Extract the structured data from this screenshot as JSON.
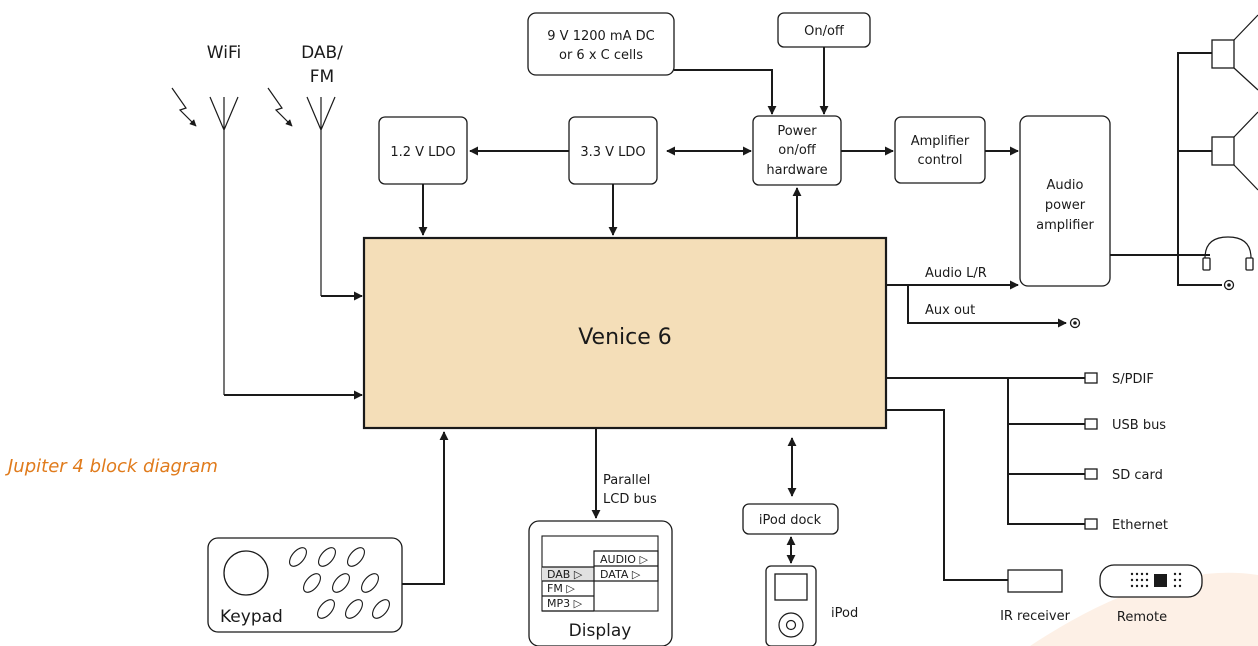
{
  "caption": "Jupiter 4 block diagram",
  "colors": {
    "core_fill": "#f4deb8",
    "caption": "#e07b1c",
    "line": "#1a1a1a"
  },
  "antennas": {
    "wifi": "WiFi",
    "dab_l1": "DAB/",
    "dab_l2": "FM"
  },
  "blocks": {
    "supply_l1": "9 V 1200 mA DC",
    "supply_l2": "or 6 x C cells",
    "onoff": "On/off",
    "power_l1": "Power",
    "power_l2": "on/off",
    "power_l3": "hardware",
    "ldo12": "1.2 V LDO",
    "ldo33": "3.3 V LDO",
    "amp_ctrl_l1": "Amplifier",
    "amp_ctrl_l2": "control",
    "audio_amp_l1": "Audio",
    "audio_amp_l2": "power",
    "audio_amp_l3": "amplifier",
    "core": "Venice 6",
    "ipod_dock": "iPod dock"
  },
  "signals": {
    "audio_lr": "Audio L/R",
    "aux_out": "Aux out",
    "parallel_l1": "Parallel",
    "parallel_l2": "LCD bus"
  },
  "ports": [
    "S/PDIF",
    "USB bus",
    "SD card",
    "Ethernet"
  ],
  "peripherals": {
    "keypad": "Keypad",
    "display": "Display",
    "ipod": "iPod",
    "ir_receiver": "IR receiver",
    "remote": "Remote"
  },
  "display_menu": {
    "left": [
      "DAB ▷",
      "FM ▷",
      "MP3 ▷"
    ],
    "right": [
      "AUDIO ▷",
      "DATA ▷"
    ]
  }
}
